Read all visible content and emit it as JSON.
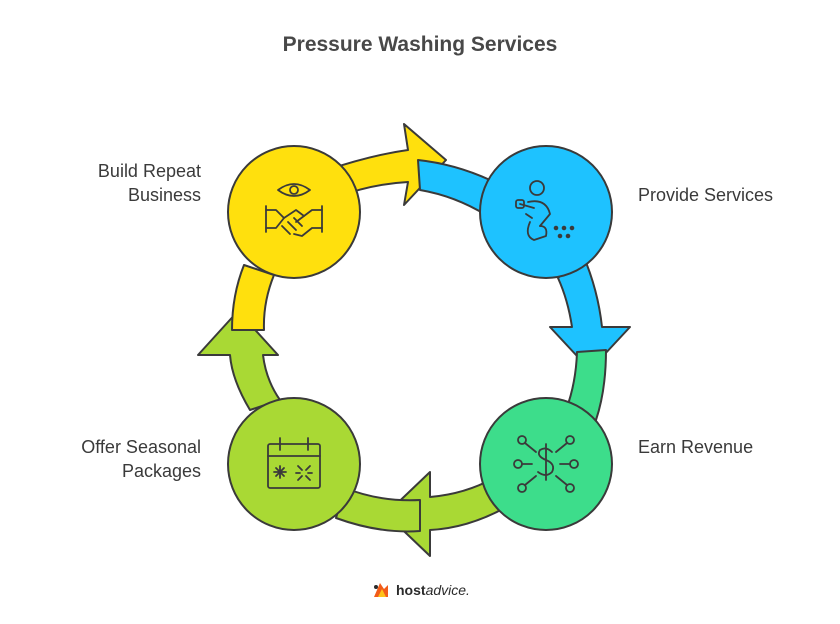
{
  "title": "Pressure Washing Services",
  "steps": [
    {
      "label": "Provide Services",
      "icon": "worker-washing-icon",
      "color": "#1ec2ff"
    },
    {
      "label": "Earn Revenue",
      "icon": "dollar-network-icon",
      "color": "#3ddd8b"
    },
    {
      "label": "Offer Seasonal Packages",
      "label_lines": [
        "Offer Seasonal",
        "Packages"
      ],
      "icon": "calendar-icon",
      "color": "#a9d934"
    },
    {
      "label": "Build Repeat Business",
      "label_lines": [
        "Build Repeat",
        "Business"
      ],
      "icon": "handshake-icon",
      "color": "#ffe00d"
    }
  ],
  "brand": {
    "part1": "host",
    "part2": "advice."
  }
}
